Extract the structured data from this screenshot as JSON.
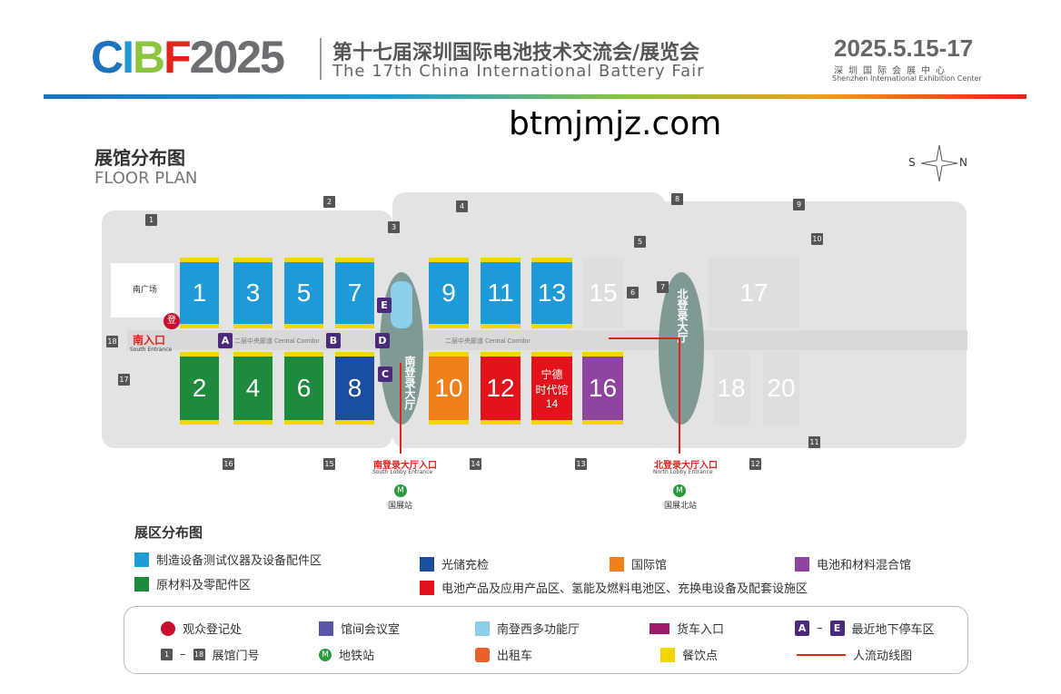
{
  "header": {
    "logo": {
      "c": "C",
      "i": "I",
      "b": "B",
      "f": "F",
      "year": "2025"
    },
    "title_cn": "第十七届深圳国际电池技术交流会/展览会",
    "title_en": "The 17th China International Battery Fair",
    "date": "2025.5.15-17",
    "venue_cn": "深圳国际会展中心",
    "venue_en": "Shenzhen International Exhibition Center"
  },
  "floor_plan": {
    "title_cn": "展馆分布图",
    "title_en": "FLOOR PLAN",
    "compass": {
      "s": "S",
      "n": "N"
    },
    "south_plaza": "南广场",
    "corridor": "二层中央廊道 Central Corridor",
    "south_entrance": {
      "cn": "南入口",
      "en": "South Entrance"
    },
    "south_lobby": "南登录大厅",
    "north_lobby": "北登录大厅",
    "south_multi_hall": "南登西多功能厅",
    "south_lobby_entrance": {
      "cn": "南登录大厅入口",
      "en": "South Lobby Entrance"
    },
    "north_lobby_entrance": {
      "cn": "北登录大厅入口",
      "en": "North Lobby Entrance"
    },
    "metro_south": "国展站",
    "metro_north": "国展北站",
    "register_icon": "登",
    "metro_icon": "M",
    "halls": [
      {
        "label": "1",
        "zone": "manufacturing"
      },
      {
        "label": "3",
        "zone": "manufacturing"
      },
      {
        "label": "5",
        "zone": "manufacturing"
      },
      {
        "label": "7",
        "zone": "manufacturing"
      },
      {
        "label": "9",
        "zone": "manufacturing"
      },
      {
        "label": "11",
        "zone": "manufacturing"
      },
      {
        "label": "13",
        "zone": "manufacturing"
      },
      {
        "label": "15",
        "zone": "none"
      },
      {
        "label": "17",
        "zone": "none"
      },
      {
        "label": "2",
        "zone": "materials"
      },
      {
        "label": "4",
        "zone": "materials"
      },
      {
        "label": "6",
        "zone": "materials"
      },
      {
        "label": "8",
        "zone": "pv"
      },
      {
        "label": "10",
        "zone": "international"
      },
      {
        "label": "12",
        "zone": "battery"
      },
      {
        "label": "宁德\n时代馆\n14",
        "zone": "battery"
      },
      {
        "label": "16",
        "zone": "mixed"
      },
      {
        "label": "18",
        "zone": "none"
      },
      {
        "label": "20",
        "zone": "none"
      }
    ],
    "gates": [
      "1",
      "2",
      "3",
      "4",
      "5",
      "6",
      "7",
      "8",
      "9",
      "10",
      "11",
      "12",
      "13",
      "14",
      "15",
      "16",
      "17",
      "18"
    ],
    "parking": [
      "A",
      "B",
      "C",
      "D",
      "E"
    ]
  },
  "colors": {
    "manufacturing": "#1e9bd7",
    "materials": "#1e8a3c",
    "pv": "#1a4fa0",
    "international": "#f08019",
    "battery": "#e2131a",
    "mixed": "#8e44a0",
    "none": "#dedede",
    "meeting": "#5a55a8",
    "multi": "#8dcfe8",
    "truck": "#a0186a",
    "parking": "#4b2a7b",
    "flow": "#e2231a"
  },
  "legend": {
    "title": "展区分布图",
    "zones": [
      {
        "label": "制造设备测试仪器及设备配件区",
        "color": "#1e9bd7"
      },
      {
        "label": "原材料及零配件区",
        "color": "#1e8a3c"
      },
      {
        "label": "光储充检",
        "color": "#1a4fa0"
      },
      {
        "label": "电池产品及应用产品区、氢能及燃料电池区、充换电设备及配套设施区",
        "color": "#e2131a"
      },
      {
        "label": "国际馆",
        "color": "#f08019"
      },
      {
        "label": "电池和材料混合馆",
        "color": "#8e44a0"
      }
    ],
    "symbols": {
      "register": "观众登记处",
      "meeting": "馆间会议室",
      "multi": "南登西多功能厅",
      "truck": "货车入口",
      "parking": "最近地下停车区",
      "parking_from": "A",
      "parking_to": "E",
      "gates": "展馆门号",
      "gate_from": "1",
      "gate_to": "18",
      "metro": "地铁站",
      "taxi": "出租车",
      "food": "餐饮点",
      "flow": "人流动线图",
      "dash": "–"
    }
  },
  "watermark": "btmjmjz.com"
}
